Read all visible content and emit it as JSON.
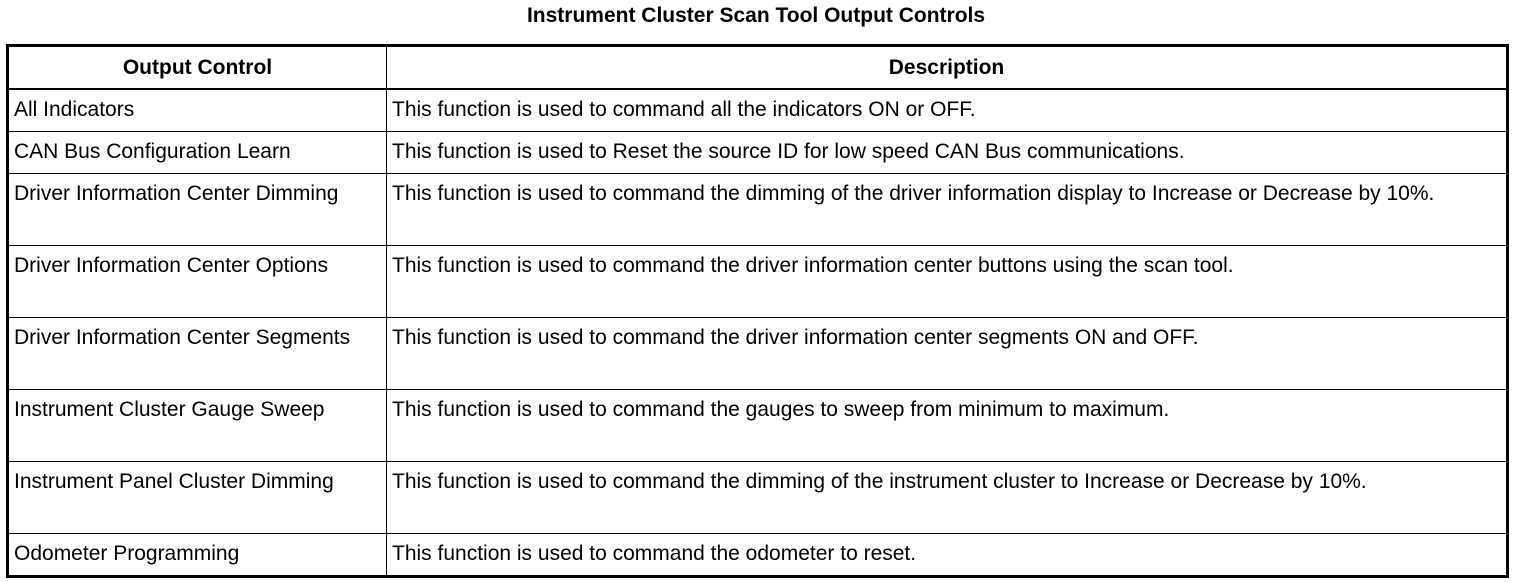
{
  "title": "Instrument Cluster Scan Tool Output Controls",
  "table": {
    "headers": [
      "Output Control",
      "Description"
    ],
    "rows": [
      {
        "control": "All Indicators",
        "description": "This function is used to command all the indicators ON or OFF."
      },
      {
        "control": "CAN Bus Configuration Learn",
        "description": "This function is used to Reset the source ID for low speed CAN Bus communications."
      },
      {
        "control": "Driver Information Center Dimming",
        "description": "This function is used to command the dimming of the driver information display to Increase or Decrease by 10%."
      },
      {
        "control": "Driver Information Center Options",
        "description": "This function is used to command the driver information center buttons using the scan tool."
      },
      {
        "control": "Driver Information Center Segments",
        "description": "This function is used to command the driver information center segments ON and OFF."
      },
      {
        "control": "Instrument Cluster Gauge Sweep",
        "description": "This function is used to command the gauges to sweep from minimum to maximum."
      },
      {
        "control": "Instrument Panel Cluster Dimming",
        "description": "This function is used to command the dimming of the instrument cluster to Increase or Decrease by 10%."
      },
      {
        "control": "Odometer Programming",
        "description": "This function is used to command the odometer to reset."
      }
    ]
  }
}
